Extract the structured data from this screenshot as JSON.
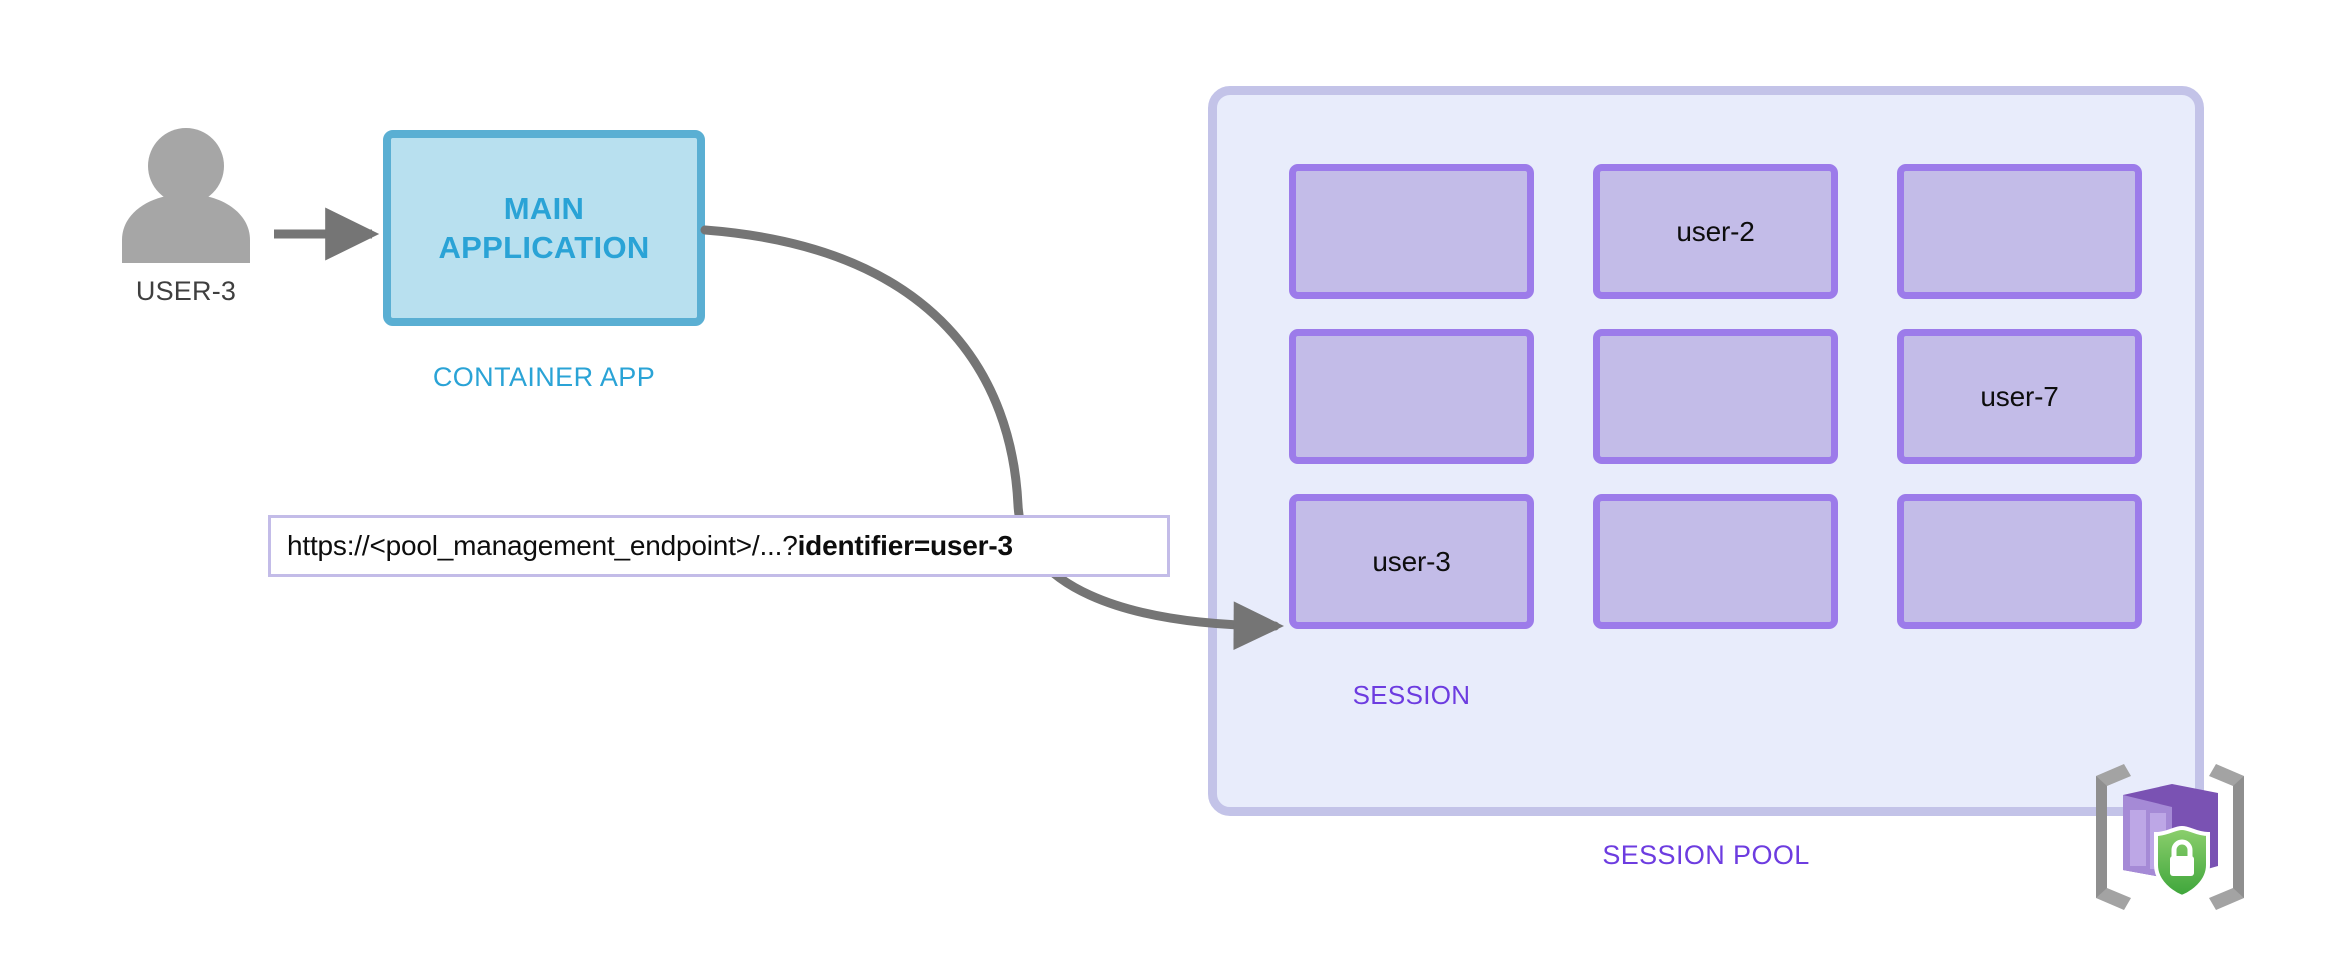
{
  "diagram": {
    "title": "Azure Container Apps dynamic sessions identifier routing",
    "background": "#ffffff",
    "colors": {
      "actor_gray": "#a6a6a6",
      "actor_text": "#3f3f3f",
      "arrow_gray": "#757575",
      "container_app_accent": "#2aa3d6",
      "container_app_border": "#5aafd3",
      "container_app_fill": "#b8e0ef",
      "session_border": "#9c7bea",
      "session_fill": "#c3bce8",
      "pool_fill": "#e8ecfb",
      "pool_border": "#c3c3e8",
      "pool_text": "#6d3ce0",
      "callout_border": "#c3bce8",
      "callout_fill": "#ffffff",
      "icon_box_purple": "#7a52b3",
      "icon_shield_green": "#5cb947",
      "icon_bracket_gray": "#a3a3a3"
    }
  },
  "actor": {
    "icon": "person-icon",
    "label": "USER-3"
  },
  "container_app": {
    "title": "MAIN\nAPPLICATION",
    "caption": "CONTAINER APP"
  },
  "callout": {
    "name": "pool-management-url",
    "prefix": "https://<pool_management_endpoint>/...?",
    "emphasis": "identifier=user-3"
  },
  "session_pool": {
    "caption": "SESSION POOL",
    "session_caption": "SESSION",
    "icon": "container-apps-dynamic-sessions-icon",
    "grid": {
      "rows": 3,
      "columns": 3,
      "cells": [
        {
          "label": "",
          "occupied": false
        },
        {
          "label": "user-2",
          "occupied": true
        },
        {
          "label": "",
          "occupied": false
        },
        {
          "label": "",
          "occupied": false
        },
        {
          "label": "",
          "occupied": false
        },
        {
          "label": "user-7",
          "occupied": true
        },
        {
          "label": "user-3",
          "occupied": true
        },
        {
          "label": "",
          "occupied": false
        },
        {
          "label": "",
          "occupied": false
        }
      ]
    }
  },
  "connectors": [
    {
      "name": "user-to-app-arrow",
      "from": "USER-3",
      "to": "MAIN APPLICATION",
      "style": "straight"
    },
    {
      "name": "app-to-session-arrow",
      "from": "MAIN APPLICATION",
      "to": "user-3",
      "style": "curved"
    }
  ]
}
